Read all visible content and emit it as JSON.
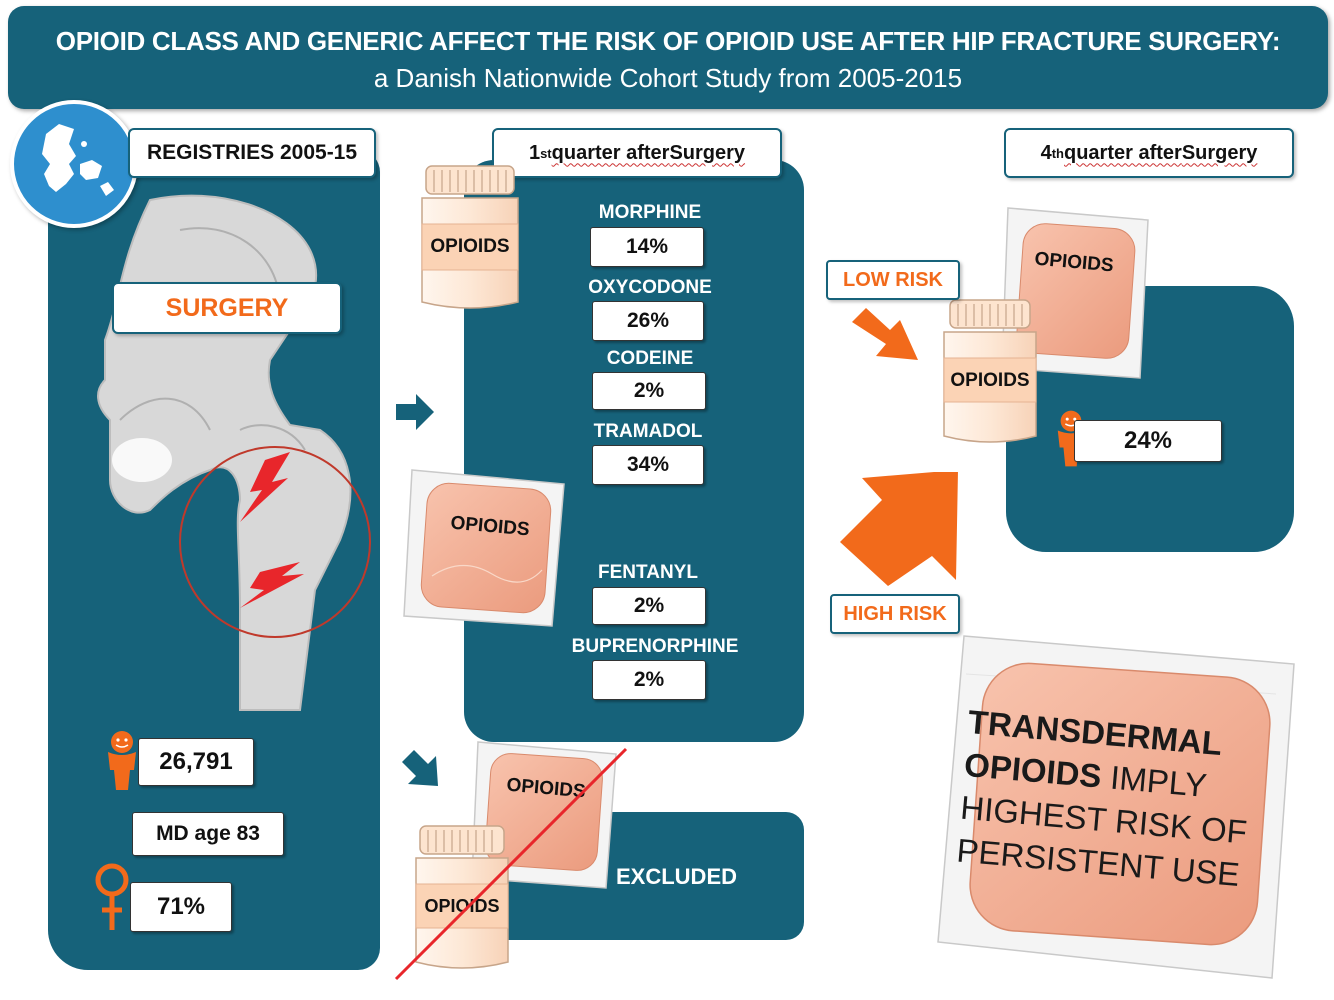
{
  "title": {
    "main": "OPIOID CLASS AND GENERIC AFFECT THE RISK OF OPIOID USE AFTER HIP FRACTURE SURGERY:",
    "sub": "a Danish Nationwide Cohort Study from 2005-2015"
  },
  "registries": {
    "label": "REGISTRIES 2005-15",
    "surgery_label": "SURGERY",
    "count": "26,791",
    "md_age": "MD age 83",
    "female_pct": "71%"
  },
  "quarter1": {
    "heading_num": "1",
    "heading_sup": "st",
    "heading_rest": " quarter after ",
    "heading_word": "Surgery",
    "drugs": [
      {
        "name": "MORPHINE",
        "pct": "14%"
      },
      {
        "name": "OXYCODONE",
        "pct": "26%"
      },
      {
        "name": "CODEINE",
        "pct": "2%"
      },
      {
        "name": "TRAMADOL",
        "pct": "34%"
      },
      {
        "name": "FENTANYL",
        "pct": "2%"
      },
      {
        "name": "BUPRENORPHINE",
        "pct": "2%"
      }
    ]
  },
  "quarter4": {
    "heading_num": "4",
    "heading_sup": "th",
    "heading_rest": " quarter after ",
    "heading_word": "Surgery",
    "pct": "24%"
  },
  "risk": {
    "low": "LOW RISK",
    "high": "HIGH RISK"
  },
  "excluded_label": "EXCLUDED",
  "pill_label": "OPIOIDS",
  "patch_label": "OPIOIDS",
  "conclusion": {
    "line1": "TRANSDERMAL",
    "line2_bold": "OPIOIDS",
    "line2_rest": " IMPLY",
    "line3": "HIGHEST RISK OF",
    "line4": "PERSISTENT USE"
  },
  "colors": {
    "teal": "#16627a",
    "orange": "#f26a1b",
    "patch": "#f4a98a",
    "bottle": "#fde4cf"
  }
}
